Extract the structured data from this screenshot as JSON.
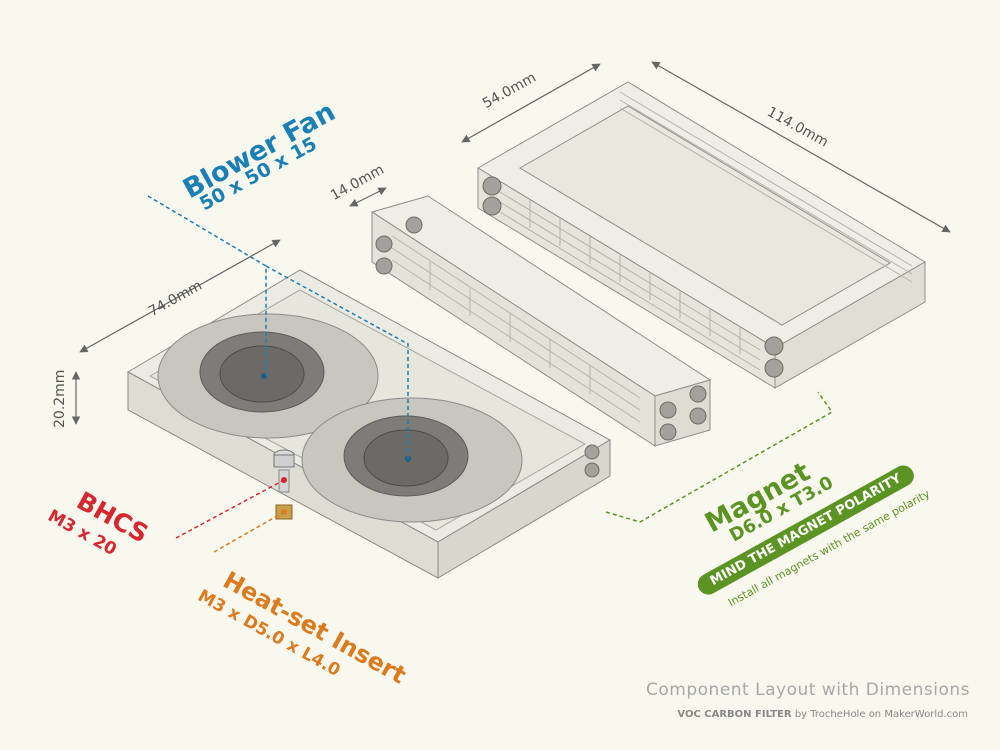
{
  "dimensions": {
    "d54": "54.0mm",
    "d114": "114.0mm",
    "d14": "14.0mm",
    "d74": "74.0mm",
    "d20": "20.2mm"
  },
  "callouts": {
    "fan_title": "Blower Fan",
    "fan_spec": "50 x 50 x 15",
    "bhcs_title": "BHCS",
    "bhcs_spec": "M3 x 20",
    "insert_title": "Heat-set Insert",
    "insert_spec": "M3 x D5.0 x L4.0",
    "magnet_title": "Magnet",
    "magnet_spec": "D6.0 x T3.0",
    "magnet_warning": "MIND THE MAGNET POLARITY",
    "magnet_note": "Install all magnets with the same polarity"
  },
  "footer": {
    "title": "Component Layout with Dimensions",
    "credit_product": "VOC CARBON FILTER",
    "credit_by": "by",
    "credit_author": "TrocheHole",
    "credit_on": "on",
    "credit_site": "MakerWorld.com"
  },
  "colors": {
    "fan": "#1a7fb5",
    "bhcs": "#d6262f",
    "insert": "#dc7a1e",
    "magnet": "#5b9422",
    "background": "#f9f8ef"
  }
}
